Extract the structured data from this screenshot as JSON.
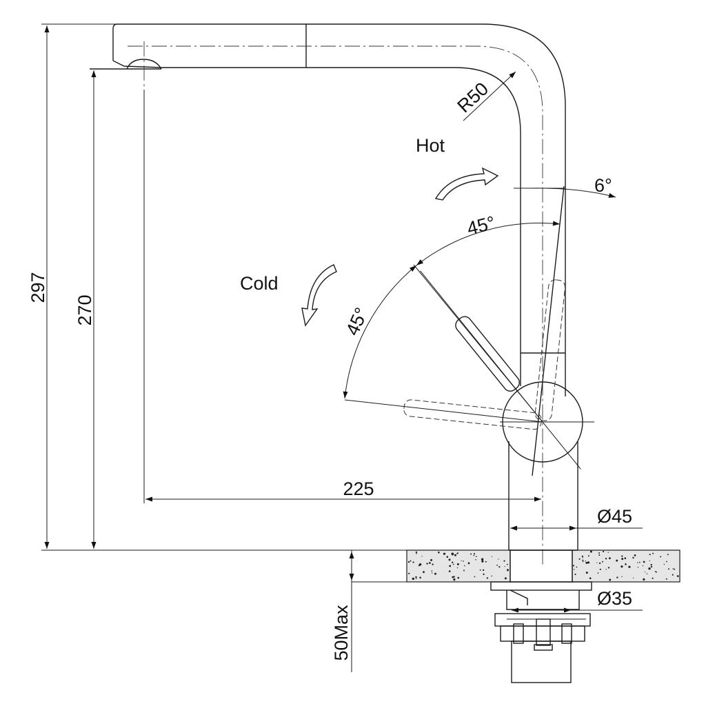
{
  "dimensions": {
    "total_height": "297",
    "spout_height": "270",
    "reach": "225",
    "radius": "R50",
    "body_diameter": "Ø45",
    "shank_diameter": "Ø35",
    "max_counter": "50Max"
  },
  "angles": {
    "tilt": "6°",
    "hot_swing": "45°",
    "cold_swing": "45°"
  },
  "labels": {
    "hot": "Hot",
    "cold": "Cold"
  }
}
